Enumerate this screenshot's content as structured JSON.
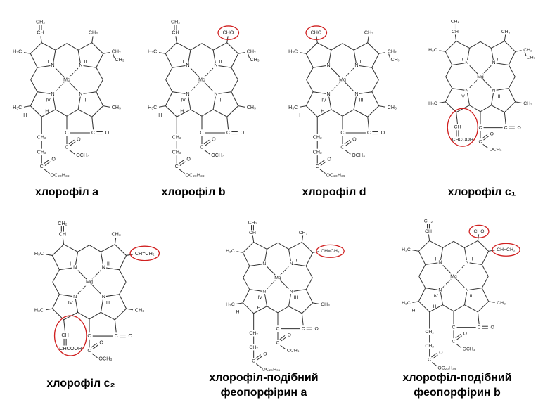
{
  "highlight_color": "#d02020",
  "panels": [
    {
      "id": "chl-a",
      "label": [
        "хлорофіл a"
      ],
      "ring_labels": [
        "I",
        "II",
        "III",
        "IV"
      ],
      "metal": "Mg",
      "atom_n": "N",
      "subs": {
        "r1top": [
          "CH",
          "CH₂"
        ],
        "r1left": "H₃C",
        "r2top": "CH₃",
        "r2right": [
          "CH₂",
          "CH₃"
        ],
        "r3right": "CH₃",
        "r4left": "H₃C",
        "r4h": "H",
        "r4h2": "H"
      },
      "ringV": {
        "c": "C",
        "o": "O",
        "ester_o": "O",
        "ome": "OCH₃"
      },
      "chain": [
        "CH₂",
        "CH₂",
        "C",
        "O",
        "OC₂₀H₃₉"
      ],
      "highlight": []
    },
    {
      "id": "chl-b",
      "label": [
        "хлорофіл b"
      ],
      "ring_labels": [
        "I",
        "II",
        "III",
        "IV"
      ],
      "metal": "Mg",
      "atom_n": "N",
      "subs": {
        "r1top": [
          "CH",
          "CH₂"
        ],
        "r1left": "H₃C",
        "r2top": "CHO",
        "r2right": [
          "CH₂",
          "CH₃"
        ],
        "r3right": "CH₃",
        "r4left": "H₃C",
        "r4h": "H",
        "r4h2": "H"
      },
      "ringV": {
        "c": "C",
        "o": "O",
        "ester_o": "O",
        "ome": "OCH₃"
      },
      "chain": [
        "CH₂",
        "CH₂",
        "C",
        "O",
        "OC₂₀H₃₉"
      ],
      "highlight": [
        "r2top"
      ]
    },
    {
      "id": "chl-d",
      "label": [
        "хлорофіл d"
      ],
      "ring_labels": [
        "I",
        "II",
        "III",
        "IV"
      ],
      "metal": "Mg",
      "atom_n": "N",
      "subs": {
        "r1top": "CHO",
        "r1left": "H₃C",
        "r2top": "CH₃",
        "r2right": [
          "CH₂",
          "CH₃"
        ],
        "r3right": "CH₃",
        "r4left": "H₃C",
        "r4h": "H",
        "r4h2": "H"
      },
      "ringV": {
        "c": "C",
        "o": "O",
        "ester_o": "O",
        "ome": "OCH₃"
      },
      "chain": [
        "CH₂",
        "CH₂",
        "C",
        "O",
        "OC₂₀H₃₉"
      ],
      "highlight": [
        "r1top"
      ]
    },
    {
      "id": "chl-c1",
      "label": [
        "хлорофіл c₁"
      ],
      "ring_labels": [
        "I",
        "II",
        "III",
        "IV"
      ],
      "metal": "Mg",
      "atom_n": "N",
      "subs": {
        "r1top": [
          "CH",
          "CH₂"
        ],
        "r1left": "H₃C",
        "r2top": "CH₃",
        "r2right": [
          "CH₂",
          "CH₃"
        ],
        "r3right": "CH₃",
        "r4left": "H₃C"
      },
      "ringV": {
        "c": "C",
        "o": "O",
        "ester_o": "O",
        "ome": "OCH₃"
      },
      "acid": [
        "CH",
        "CHCOOH"
      ],
      "highlight": [
        "acid"
      ]
    },
    {
      "id": "chl-c2",
      "label": [
        "хлорофіл c₂"
      ],
      "ring_labels": [
        "I",
        "II",
        "III",
        "IV"
      ],
      "metal": "Mg",
      "atom_n": "N",
      "subs": {
        "r1top": [
          "CH",
          "CH₂"
        ],
        "r1left": "H₃C",
        "r2top": "CH₃",
        "r2right": "CH=CH₂",
        "r3right": "CH₃",
        "r4left": "H₃C"
      },
      "ringV": {
        "c": "C",
        "o": "O",
        "ester_o": "O",
        "ome": "OCH₃"
      },
      "acid": [
        "CH",
        "CHCOOH"
      ],
      "highlight": [
        "r2right",
        "acid"
      ]
    },
    {
      "id": "pheo-a",
      "label": [
        "хлорофіл-подібний",
        "феопорфірин a"
      ],
      "ring_labels": [
        "I",
        "II",
        "III",
        "IV"
      ],
      "metal": "Mg",
      "atom_n": "N",
      "subs": {
        "r1top": [
          "CH",
          "CH₂"
        ],
        "r1left": "H₃C",
        "r2top": "CH₃",
        "r2right": "CH=CH₂",
        "r3right": "CH₃",
        "r4left": "H₃C",
        "r4h": "H",
        "r4h2": "H"
      },
      "ringV": {
        "c": "C",
        "o": "O",
        "ester_o": "O",
        "ome": "OCH₃"
      },
      "chain": [
        "CH₂",
        "CH₂",
        "C",
        "O",
        "OC₂₀H₃₉"
      ],
      "highlight": [
        "r2right"
      ]
    },
    {
      "id": "pheo-b",
      "label": [
        "хлорофіл-подібний",
        "феопорфірин b"
      ],
      "ring_labels": [
        "I",
        "II",
        "III",
        "IV"
      ],
      "metal": "Mg",
      "atom_n": "N",
      "subs": {
        "r1top": [
          "CH",
          "CH₂"
        ],
        "r1left": "H₃C",
        "r2top": "CHO",
        "r2right": "CH=CH₂",
        "r3right": "CH₃",
        "r4left": "H₃C",
        "r4h": "H",
        "r4h2": "H"
      },
      "ringV": {
        "c": "C",
        "o": "O",
        "ester_o": "O",
        "ome": "OCH₃"
      },
      "chain": [
        "CH₂",
        "CH₂",
        "C",
        "O",
        "OC₂₀H₃₉"
      ],
      "highlight": [
        "r2top",
        "r2right"
      ]
    }
  ]
}
